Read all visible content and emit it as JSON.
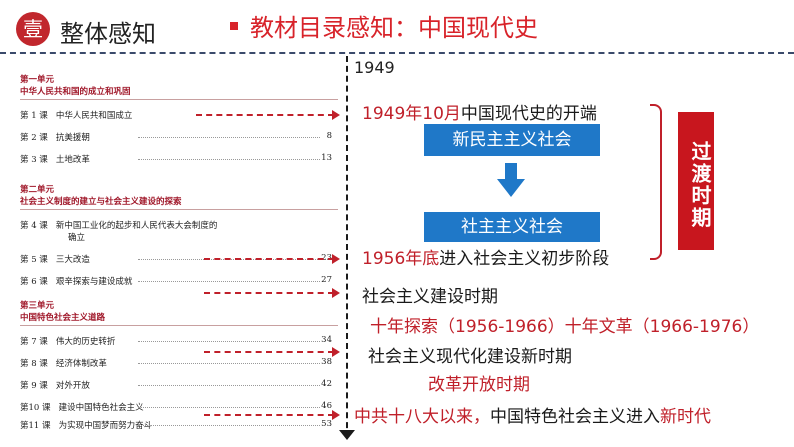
{
  "header": {
    "badge": "壹",
    "title": "整体感知",
    "subtitle": "教材目录感知：中国现代史"
  },
  "toc": {
    "units": [
      {
        "unit": "第一单元",
        "name": "中华人民共和国的成立和巩固",
        "lessons": [
          {
            "num": "第 1 课",
            "title": "中华人民共和国成立",
            "page": ""
          },
          {
            "num": "第 2 课",
            "title": "抗美援朝",
            "page": "8"
          },
          {
            "num": "第 3 课",
            "title": "土地改革",
            "page": "13"
          }
        ]
      },
      {
        "unit": "第二单元",
        "name": "社会主义制度的建立与社会主义建设的探索",
        "lessons": [
          {
            "num": "第 4 课",
            "title": "新中国工业化的起步和人民代表大会制度的",
            "title2": "确立",
            "page": ""
          },
          {
            "num": "第 5 课",
            "title": "三大改造",
            "page": "23"
          },
          {
            "num": "第 6 课",
            "title": "艰辛探索与建设成就",
            "page": "27"
          }
        ]
      },
      {
        "unit": "第三单元",
        "name": "中国特色社会主义道路",
        "lessons": [
          {
            "num": "第 7 课",
            "title": "伟大的历史转折",
            "page": "34"
          },
          {
            "num": "第 8 课",
            "title": "经济体制改革",
            "page": "38"
          },
          {
            "num": "第 9 课",
            "title": "对外开放",
            "page": "42"
          },
          {
            "num": "第10 课",
            "title": "建设中国特色社会主义",
            "page": "46"
          },
          {
            "num": "第11 课",
            "title": "为实现中国梦而努力奋斗",
            "page": "53"
          }
        ]
      }
    ]
  },
  "timeline": {
    "year": "1949",
    "event1_red": "1949年10月",
    "event1_black": "中国现代史的开端",
    "box1": "新民主主义社会",
    "box2": "社主主义社会",
    "event2_red": "1956年底",
    "event2_black": "进入社会主义初步阶段",
    "transition_label": "过渡时期",
    "period1": "社会主义建设时期",
    "period1_detail": "十年探索（1956-1966）十年文革（1966-1976）",
    "period2": "社会主义现代化建设新时期",
    "period2_detail": "改革开放时期",
    "event3_red1": "中共十八大以来，",
    "event3_black": "中国特色社会主义进入",
    "event3_red2": "新时代"
  },
  "colors": {
    "accent_red": "#c0202a",
    "box_blue": "#1f78c8",
    "transition_red": "#c8161e"
  }
}
